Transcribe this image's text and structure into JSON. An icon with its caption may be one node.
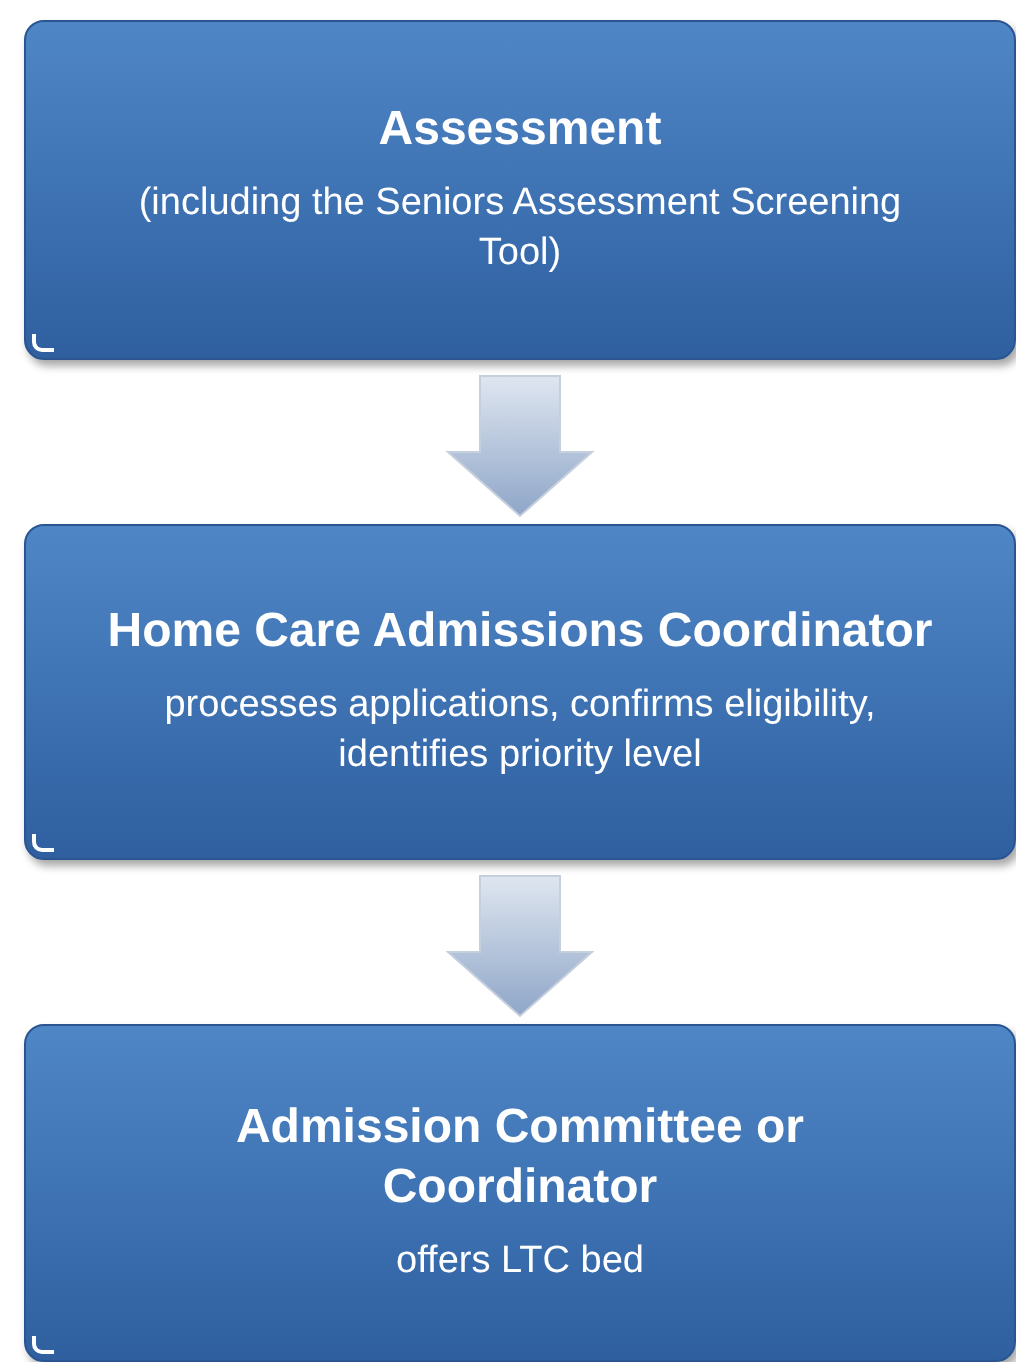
{
  "diagram": {
    "nodes": [
      {
        "text": [
          "Assessment",
          "(including the Seniors Assessment Screening Tool)"
        ]
      },
      {
        "text": [
          "Home Care Admissions Coordinator",
          "processes applications, confirms eligibility, identifies priority level"
        ]
      },
      {
        "text": [
          "Admission Committee or Coordinator",
          "offers LTC bed"
        ]
      }
    ],
    "edges": [
      {
        "from": 0,
        "to": 1,
        "arrow": "to",
        "style": "thick"
      },
      {
        "from": 1,
        "to": 2,
        "arrow": "to",
        "style": "thick"
      }
    ]
  }
}
